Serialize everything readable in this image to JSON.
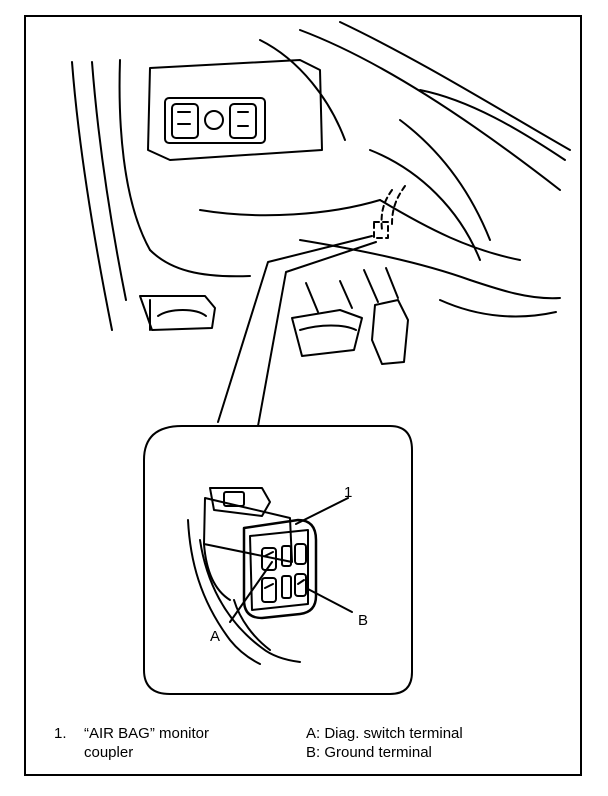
{
  "callouts": {
    "part_1": "1",
    "terminal_a": "A",
    "terminal_b": "B"
  },
  "legend": {
    "item_1_number": "1.",
    "item_1_line1": "“AIR BAG” monitor",
    "item_1_line2": "coupler",
    "item_a": "A: Diag. switch terminal",
    "item_b": "B: Ground terminal"
  }
}
